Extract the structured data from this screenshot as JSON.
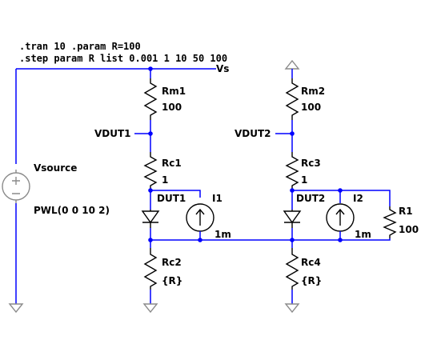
{
  "directives": {
    "line1": ".tran 10  .param R=100",
    "line2": ".step param R list 0.001 1 10 50 100"
  },
  "nets": {
    "vs": "Vs",
    "vdut1": "VDUT1",
    "vdut2": "VDUT2"
  },
  "components": {
    "vsource": {
      "name": "Vsource",
      "value": "PWL(0 0 10 2)"
    },
    "rm1": {
      "name": "Rm1",
      "value": "100"
    },
    "rm2": {
      "name": "Rm2",
      "value": "100"
    },
    "rc1": {
      "name": "Rc1",
      "value": "1"
    },
    "rc3": {
      "name": "Rc3",
      "value": "1"
    },
    "rc2": {
      "name": "Rc2",
      "value": "{R}"
    },
    "rc4": {
      "name": "Rc4",
      "value": "{R}"
    },
    "dut1": {
      "name": "DUT1"
    },
    "dut2": {
      "name": "DUT2"
    },
    "i1": {
      "name": "I1",
      "value": "1m"
    },
    "i2": {
      "name": "I2",
      "value": "1m"
    },
    "r1": {
      "name": "R1",
      "value": "100"
    }
  },
  "colors": {
    "wire": "#0000ff",
    "component": "#000000",
    "ground_and_source": "#8a8a8a",
    "background": "#ffffff"
  }
}
